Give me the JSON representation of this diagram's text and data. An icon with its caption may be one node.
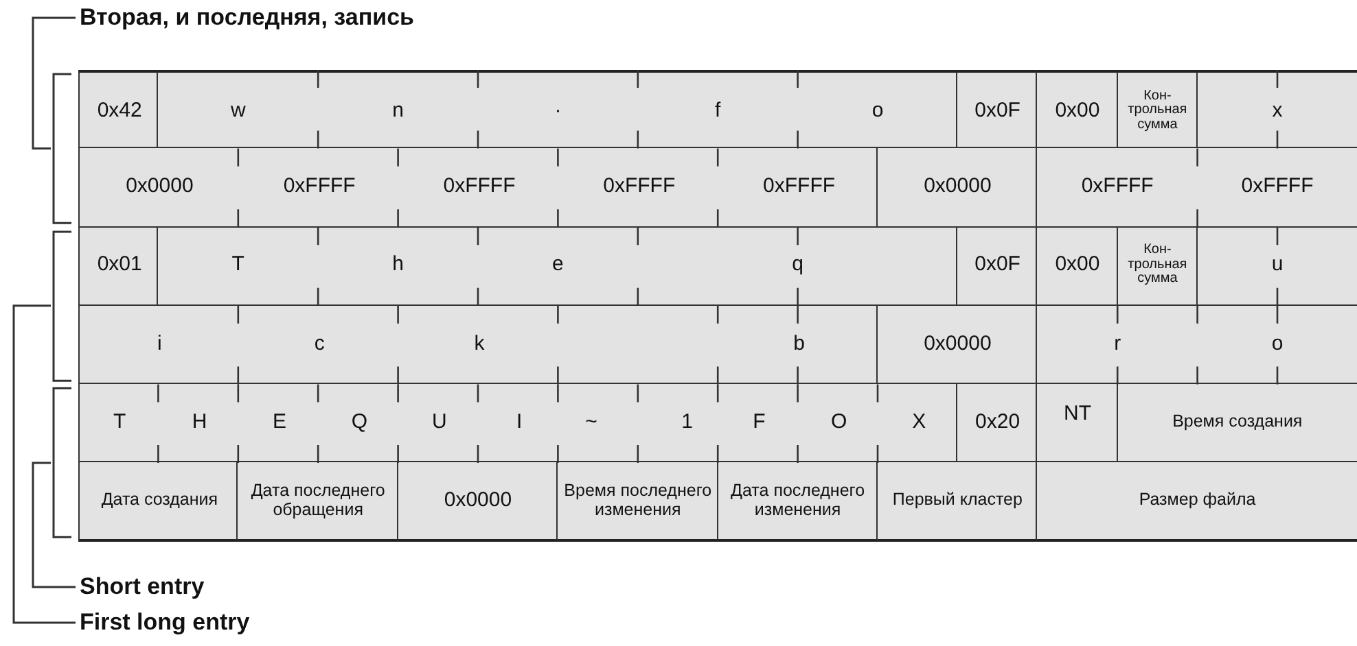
{
  "diagram": {
    "nodes": [
      {
        "text": [
          "Вторая, и последняя, запись"
        ]
      },
      {
        "text": [],
        "shape": "bracket"
      },
      {
        "text": [
          "0x42"
        ],
        "in": 1
      },
      {
        "text": [
          "w",
          "n",
          "·",
          "f",
          "o"
        ],
        "in": 1
      },
      {
        "text": [
          "0x0F"
        ],
        "in": 1
      },
      {
        "text": [
          "0x00"
        ],
        "in": 1
      },
      {
        "text": [
          "Кон- трольная сумма"
        ],
        "in": 1
      },
      {
        "text": [
          "x"
        ],
        "in": 1
      },
      {
        "text": [
          "0x0000",
          "0xFFFF",
          "0xFFFF",
          "0xFFFF",
          "0xFFFF"
        ],
        "in": 1
      },
      {
        "text": [
          "0x0000"
        ],
        "in": 1
      },
      {
        "text": [
          "0xFFFF",
          "0xFFFF"
        ],
        "in": 1
      },
      {
        "text": [],
        "shape": "bracket"
      },
      {
        "text": [
          "0x01"
        ],
        "in": 11
      },
      {
        "text": [
          "T",
          "h",
          "e",
          "q"
        ],
        "in": 11
      },
      {
        "text": [
          "0x0F"
        ],
        "in": 11
      },
      {
        "text": [
          "0x00"
        ],
        "in": 11
      },
      {
        "text": [
          "Кон- трольная сумма"
        ],
        "in": 11
      },
      {
        "text": [
          "u"
        ],
        "in": 11
      },
      {
        "text": [
          "i",
          "c",
          "k",
          "b"
        ],
        "in": 11
      },
      {
        "text": [
          "0x0000"
        ],
        "in": 11
      },
      {
        "text": [
          "r",
          "o"
        ],
        "in": 11
      },
      {
        "text": [],
        "shape": "bracket"
      },
      {
        "text": [
          "T",
          "H",
          "E",
          "Q",
          "U",
          "I",
          "~",
          "1",
          "F",
          "O",
          "X"
        ],
        "in": 21
      },
      {
        "text": [
          "0x20"
        ],
        "in": 21
      },
      {
        "text": [
          "NT"
        ],
        "in": 21
      },
      {
        "text": [
          "Время создания"
        ],
        "in": 21
      },
      {
        "text": [
          "Дата создания"
        ],
        "in": 21
      },
      {
        "text": [
          "Дата последнего обращения"
        ],
        "in": 21
      },
      {
        "text": [
          "0x0000"
        ],
        "in": 21
      },
      {
        "text": [
          "Время последнего изменения"
        ],
        "in": 21
      },
      {
        "text": [
          "Дата последнего изменения"
        ],
        "in": 21
      },
      {
        "text": [
          "Первый кластер"
        ],
        "in": 21
      },
      {
        "text": [
          "Размер файла"
        ],
        "in": 21
      },
      {
        "text": [
          "Short entry"
        ]
      },
      {
        "text": [
          "First long entry"
        ]
      }
    ],
    "edges": [
      {
        "from": 0,
        "to": 1,
        "arrow": "none"
      },
      {
        "from": 33,
        "to": 21,
        "arrow": "none"
      },
      {
        "from": 34,
        "to": 11,
        "arrow": "none"
      }
    ]
  }
}
